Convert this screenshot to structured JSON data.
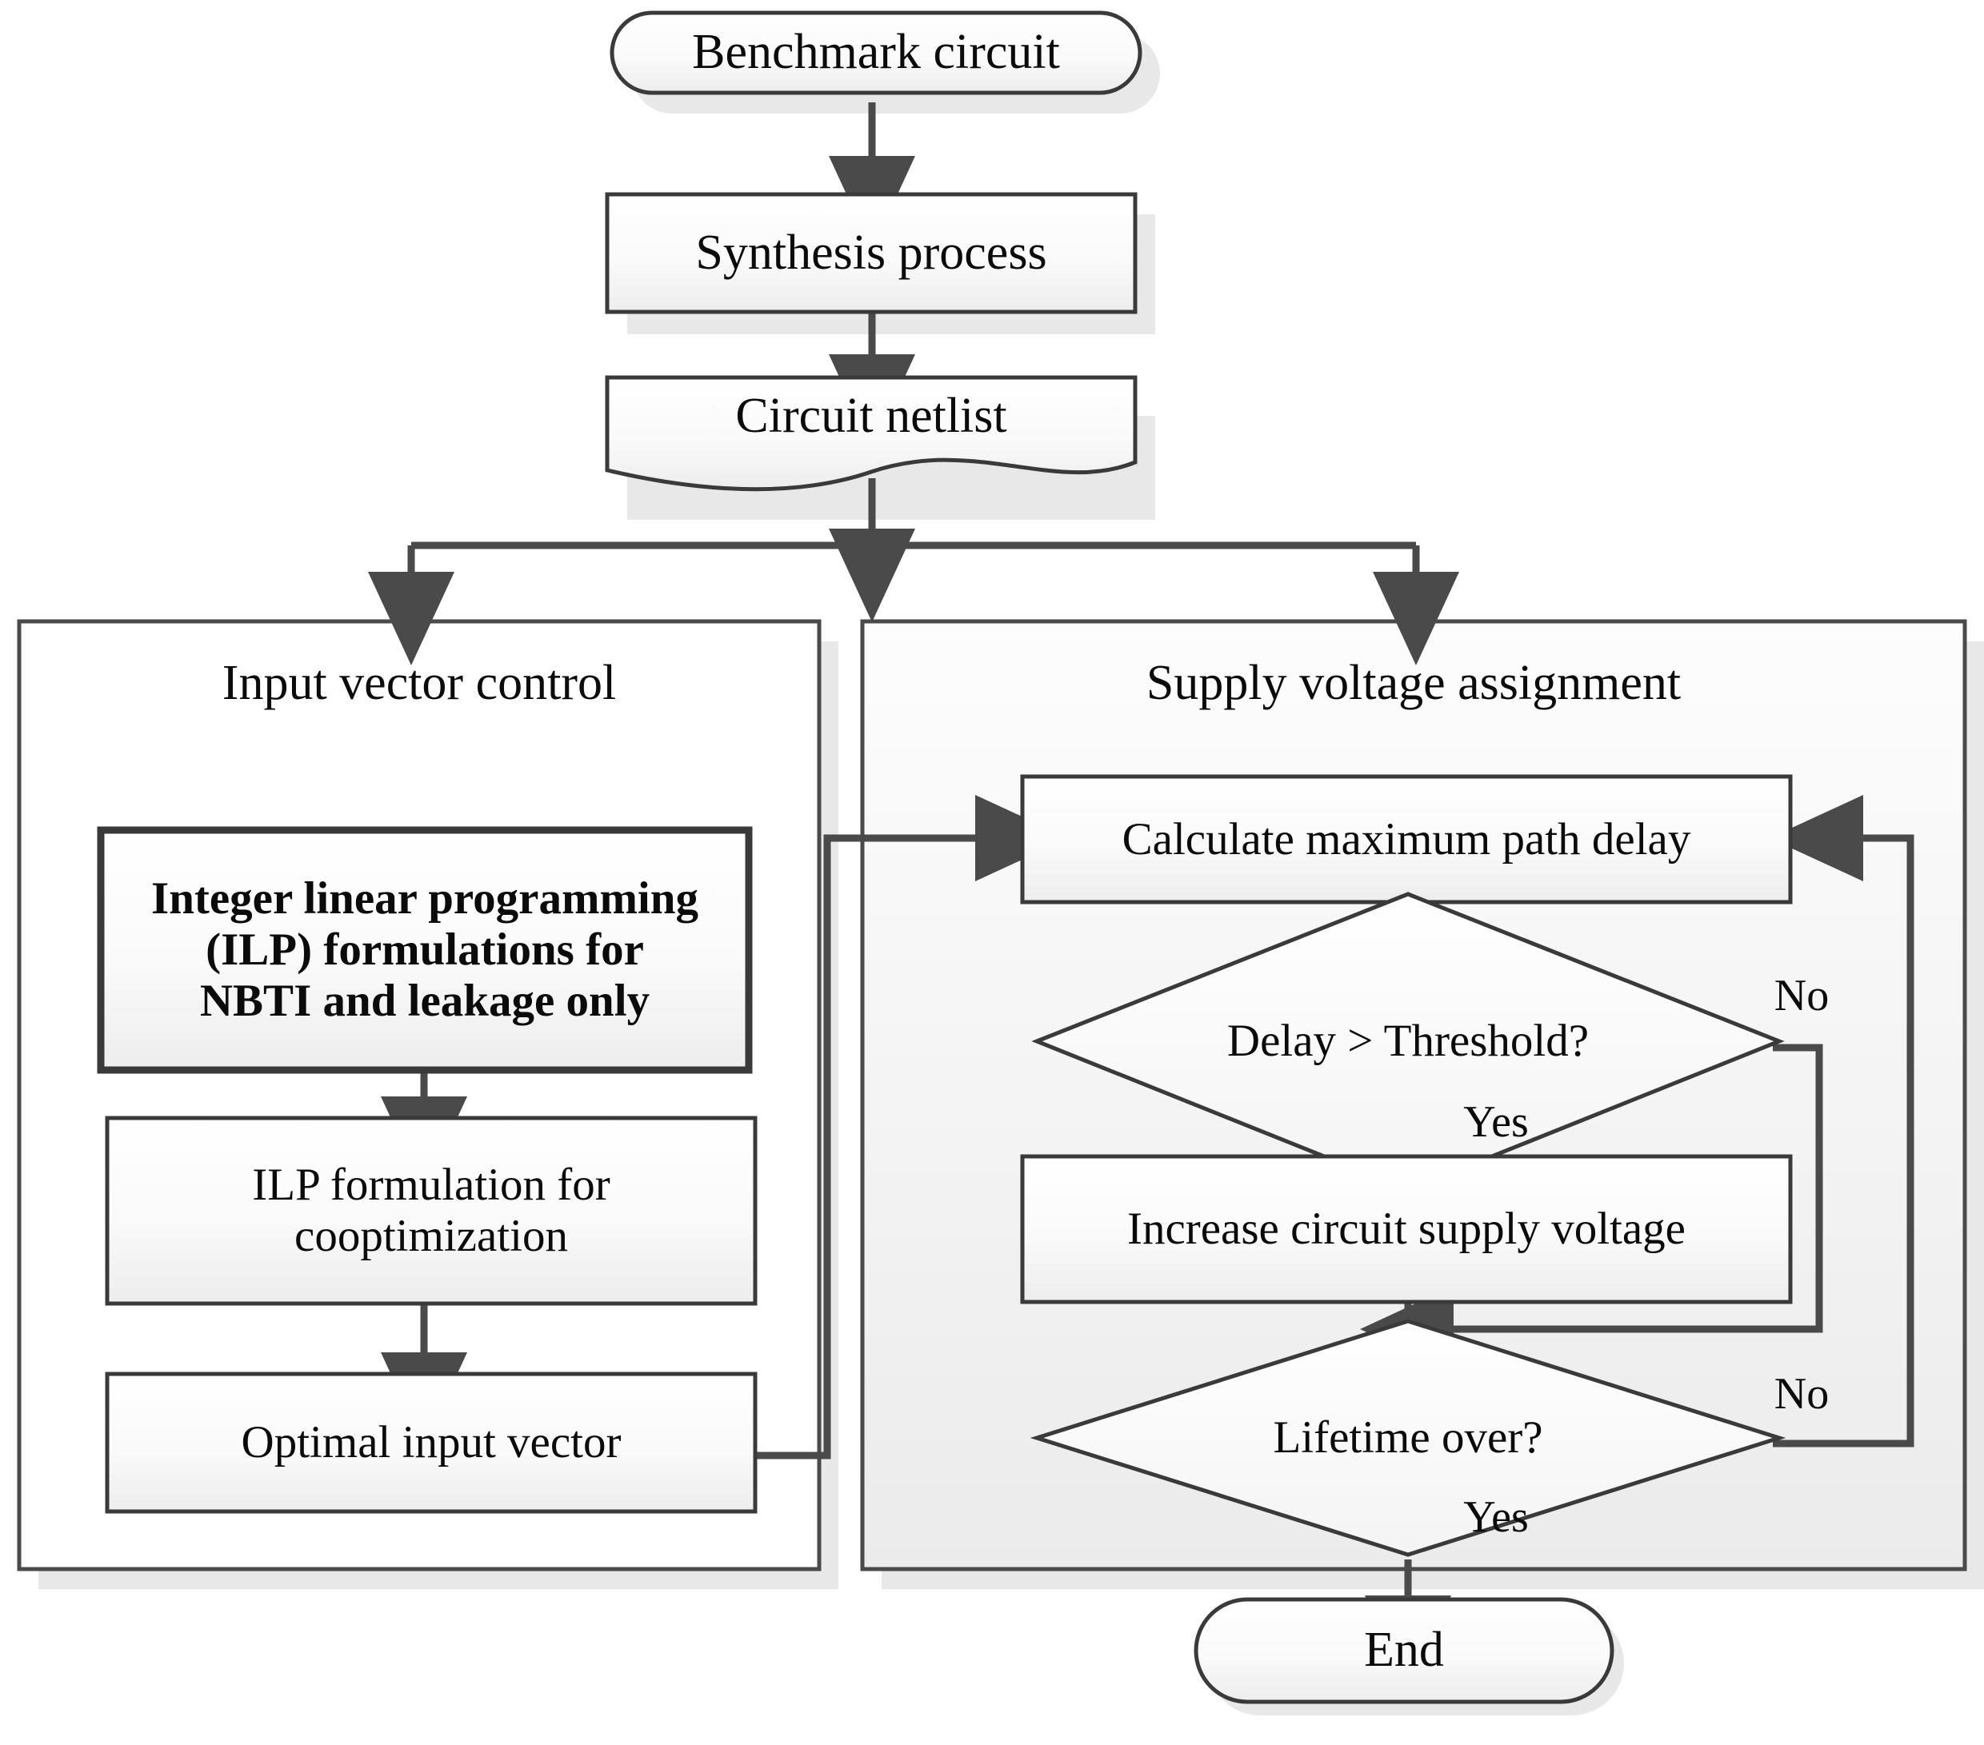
{
  "diagram": {
    "title": "Benchmark circuit flow",
    "colors": {
      "stroke": "#3a3a3a",
      "stroke_dark": "#404040",
      "fill_light": "#fbfbfb",
      "fill_grey": "#efefef",
      "shadow": "#e6e6e6",
      "text": "#0b0b0b",
      "panel_fill_left": "#ffffff",
      "panel_fill_right": "#f2f2f2"
    },
    "nodes": {
      "start": {
        "label": "Benchmark circuit",
        "shape": "stadium"
      },
      "synthesis": {
        "label": "Synthesis process",
        "shape": "rect"
      },
      "netlist": {
        "label": "Circuit netlist",
        "shape": "document"
      },
      "ilp_nbti": {
        "label": "Integer linear programming\n(ILP) formulations for\nNBTI and leakage only",
        "shape": "rect-bold"
      },
      "ilp_coopt": {
        "label": "ILP formulation for\ncooptimization",
        "shape": "rect"
      },
      "optimal_vector": {
        "label": "Optimal input vector",
        "shape": "rect"
      },
      "calc_delay": {
        "label": "Calculate maximum path delay",
        "shape": "rect"
      },
      "delay_check": {
        "label": "Delay > Threshold?",
        "shape": "diamond"
      },
      "increase_voltage": {
        "label": "Increase circuit supply voltage",
        "shape": "rect"
      },
      "lifetime_check": {
        "label": "Lifetime over?",
        "shape": "diamond"
      },
      "end": {
        "label": "End",
        "shape": "stadium"
      }
    },
    "panels": {
      "left": {
        "title": "Input vector control"
      },
      "right": {
        "title": "Supply voltage assignment"
      }
    },
    "edge_labels": {
      "delay_no": "No",
      "delay_yes": "Yes",
      "lifetime_no": "No",
      "lifetime_yes": "Yes"
    }
  },
  "chart_data": {
    "type": "flowchart",
    "title": "Benchmark circuit design flow",
    "nodes": [
      {
        "id": "start",
        "label": "Benchmark circuit",
        "shape": "stadium",
        "group": "top"
      },
      {
        "id": "synthesis",
        "label": "Synthesis process",
        "shape": "process",
        "group": "top"
      },
      {
        "id": "netlist",
        "label": "Circuit netlist",
        "shape": "document",
        "group": "top"
      },
      {
        "id": "ilp_nbti",
        "label": "Integer linear programming (ILP) formulations for NBTI and leakage only",
        "shape": "process",
        "group": "Input vector control"
      },
      {
        "id": "ilp_coopt",
        "label": "ILP formulation for cooptimization",
        "shape": "process",
        "group": "Input vector control"
      },
      {
        "id": "optimal_vector",
        "label": "Optimal input vector",
        "shape": "process",
        "group": "Input vector control"
      },
      {
        "id": "calc_delay",
        "label": "Calculate maximum path delay",
        "shape": "process",
        "group": "Supply voltage assignment"
      },
      {
        "id": "delay_check",
        "label": "Delay > Threshold?",
        "shape": "decision",
        "group": "Supply voltage assignment"
      },
      {
        "id": "increase_voltage",
        "label": "Increase circuit supply voltage",
        "shape": "process",
        "group": "Supply voltage assignment"
      },
      {
        "id": "lifetime_check",
        "label": "Lifetime over?",
        "shape": "decision",
        "group": "Supply voltage assignment"
      },
      {
        "id": "end",
        "label": "End",
        "shape": "stadium",
        "group": "bottom"
      }
    ],
    "edges": [
      {
        "from": "start",
        "to": "synthesis",
        "label": ""
      },
      {
        "from": "synthesis",
        "to": "netlist",
        "label": ""
      },
      {
        "from": "netlist",
        "to": "ilp_nbti",
        "label": ""
      },
      {
        "from": "netlist",
        "to": "calc_delay",
        "label": ""
      },
      {
        "from": "ilp_nbti",
        "to": "ilp_coopt",
        "label": ""
      },
      {
        "from": "ilp_coopt",
        "to": "optimal_vector",
        "label": ""
      },
      {
        "from": "optimal_vector",
        "to": "calc_delay",
        "label": ""
      },
      {
        "from": "calc_delay",
        "to": "delay_check",
        "label": ""
      },
      {
        "from": "delay_check",
        "to": "increase_voltage",
        "label": "Yes"
      },
      {
        "from": "delay_check",
        "to": "lifetime_check",
        "label": "No"
      },
      {
        "from": "increase_voltage",
        "to": "lifetime_check",
        "label": ""
      },
      {
        "from": "lifetime_check",
        "to": "calc_delay",
        "label": "No"
      },
      {
        "from": "lifetime_check",
        "to": "end",
        "label": "Yes"
      }
    ],
    "groups": [
      "Input vector control",
      "Supply voltage assignment"
    ]
  }
}
